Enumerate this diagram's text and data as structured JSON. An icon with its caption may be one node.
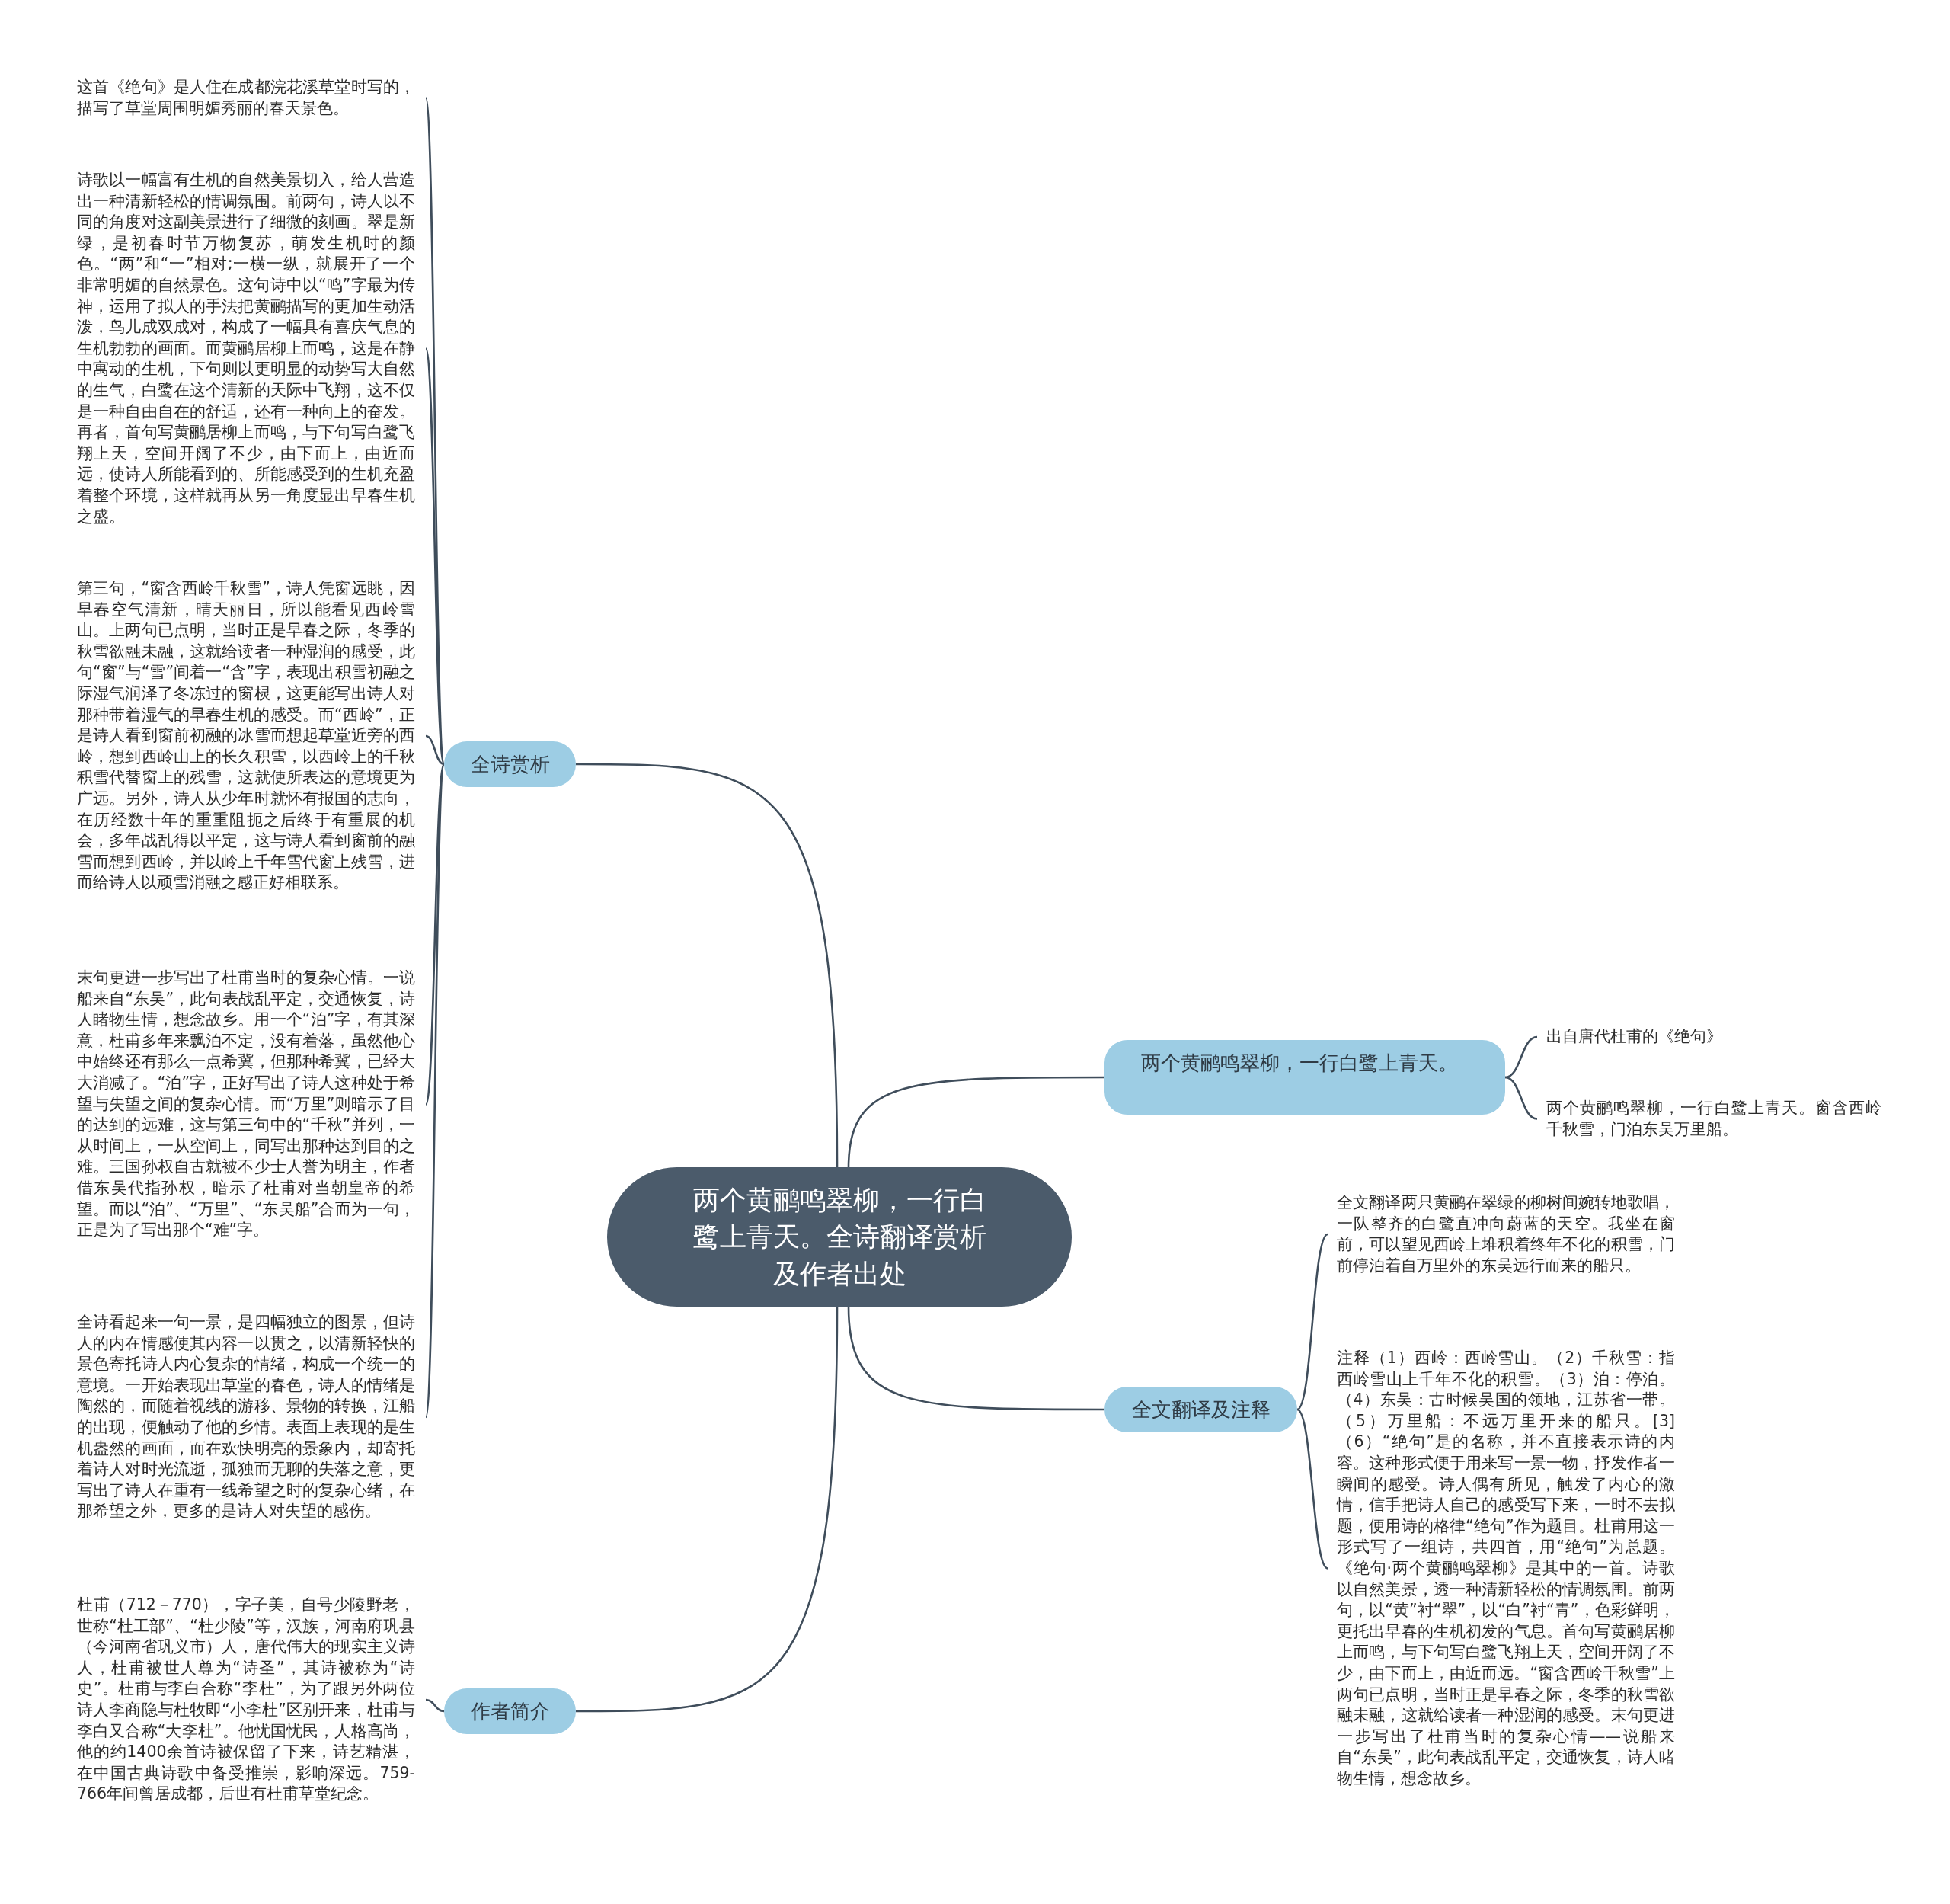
{
  "diagram": {
    "nodes": [
      {
        "text": [
          "两个黄鹂鸣翠柳，一行白鹭上青天。全诗翻译赏析及作者出处"
        ]
      },
      {
        "text": [
          "全诗赏析"
        ]
      },
      {
        "text": [
          "这首《绝句》是人住在成都浣花溪草堂时写的，描写了草堂周围明媚秀丽的春天景色。"
        ]
      },
      {
        "text": [
          "诗歌以一幅富有生机的自然美景切入，给人营造出一种清新轻松的情调氛围。前两句，诗人以不同的角度对这副美景进行了细微的刻画。翠是新绿，是初春时节万物复苏，萌发生机时的颜色。“两”和“一”相对;一横一纵，就展开了一个非常明媚的自然景色。这句诗中以“鸣”字最为传神，运用了拟人的手法把黄鹂描写的更加生动活泼，鸟儿成双成对，构成了一幅具有喜庆气息的生机勃勃的画面。而黄鹂居柳上而鸣，这是在静中寓动的生机，下句则以更明显的动势写大自然的生气，白鹭在这个清新的天际中飞翔，这不仅是一种自由自在的舒适，还有一种向上的奋发。再者，首句写黄鹂居柳上而鸣，与下句写白鹭飞翔上天，空间开阔了不少，由下而上，由近而远，使诗人所能看到的、所能感受到的生机充盈着整个环境，这样就再从另一角度显出早春生机之盛。"
        ]
      },
      {
        "text": [
          "第三句，“窗含西岭千秋雪”，诗人凭窗远眺，因早春空气清新，晴天丽日，所以能看见西岭雪山。上两句已点明，当时正是早春之际，冬季的秋雪欲融未融，这就给读者一种湿润的感受，此句“窗”与“雪”间着一“含”字，表现出积雪初融之际湿气润泽了冬冻过的窗棂，这更能写出诗人对那种带着湿气的早春生机的感受。而“西岭”，正是诗人看到窗前初融的冰雪而想起草堂近旁的西岭，想到西岭山上的长久积雪，以西岭上的千秋积雪代替窗上的残雪，这就使所表达的意境更为广远。另外，诗人从少年时就怀有报国的志向，在历经数十年的重重阻扼之后终于有重展的机会，多年战乱得以平定，这与诗人看到窗前的融雪而想到西岭，并以岭上千年雪代窗上残雪，进而给诗人以顽雪消融之感正好相联系。"
        ]
      },
      {
        "text": [
          "末句更进一步写出了杜甫当时的复杂心情。一说船来自“东吴”，此句表战乱平定，交通恢复，诗人睹物生情，想念故乡。用一个“泊”字，有其深意，杜甫多年来飘泊不定，没有着落，虽然他心中始终还有那么一点希冀，但那种希冀，已经大大消减了。“泊”字，正好写出了诗人这种处于希望与失望之间的复杂心情。而“万里”则暗示了目的达到的远难，这与第三句中的“千秋”并列，一从时间上，一从空间上，同写出那种达到目的之难。三国孙权自古就被不少士人誉为明主，作者借东吴代指孙权，暗示了杜甫对当朝皇帝的希望。而以“泊”、“万里”、“东吴船”合而为一句，正是为了写出那个“难”字。"
        ]
      },
      {
        "text": [
          "全诗看起来一句一景，是四幅独立的图景，但诗人的内在情感使其内容一以贯之，以清新轻快的景色寄托诗人内心复杂的情绪，构成一个统一的意境。一开始表现出草堂的春色，诗人的情绪是陶然的，而随着视线的游移、景物的转换，江船的出现，便触动了他的乡情。表面上表现的是生机盎然的画面，而在欢快明亮的景象内，却寄托着诗人对时光流逝，孤独而无聊的失落之意，更写出了诗人在重有一线希望之时的复杂心绪，在那希望之外，更多的是诗人对失望的感伤。"
        ]
      },
      {
        "text": [
          "作者简介"
        ]
      },
      {
        "text": [
          "杜甫（712－770），字子美，自号少陵野老，世称“杜工部”、“杜少陵”等，汉族，河南府巩县（今河南省巩义市）人，唐代伟大的现实主义诗人，杜甫被世人尊为“诗圣”，其诗被称为“诗史”。杜甫与李白合称“李杜”，为了跟另外两位诗人李商隐与杜牧即“小李杜”区别开来，杜甫与李白又合称“大李杜”。他忧国忧民，人格高尚，他的约1400余首诗被保留了下来，诗艺精湛，在中国古典诗歌中备受推崇，影响深远。759-766年间曾居成都，后世有杜甫草堂纪念。"
        ]
      },
      {
        "text": [
          "两个黄鹂鸣翠柳，一行白鹭上青天。"
        ]
      },
      {
        "text": [
          "出自唐代杜甫的《绝句》"
        ]
      },
      {
        "text": [
          "两个黄鹂鸣翠柳，一行白鹭上青天。窗含西岭千秋雪，门泊东吴万里船。"
        ]
      },
      {
        "text": [
          "全文翻译及注释"
        ]
      },
      {
        "text": [
          "全文翻译两只黄鹂在翠绿的柳树间婉转地歌唱，一队整齐的白鹭直冲向蔚蓝的天空。我坐在窗前，可以望见西岭上堆积着终年不化的积雪，门前停泊着自万里外的东吴远行而来的船只。"
        ]
      },
      {
        "text": [
          "注释（1）西岭：西岭雪山。（2）千秋雪：指西岭雪山上千年不化的积雪。（3）泊：停泊。（4）东吴：古时候吴国的领地，江苏省一带。（5）万里船：不远万里开来的船只。[3]（6）“绝句”是的名称，并不直接表示诗的内容。这种形式便于用来写一景一物，抒发作者一瞬间的感受。诗人偶有所见，触发了内心的激情，信手把诗人自己的感受写下来，一时不去拟题，便用诗的格律“绝句”作为题目。杜甫用这一形式写了一组诗，共四首，用“绝句”为总题。《绝句·两个黄鹂鸣翠柳》是其中的一首。诗歌以自然美景，透一种清新轻松的情调氛围。前两句，以“黄”衬“翠”，以“白”衬“青”，色彩鲜明，更托出早春的生机初发的气息。首句写黄鹂居柳上而鸣，与下句写白鹭飞翔上天，空间开阔了不少，由下而上，由近而远。“窗含西岭千秋雪”上两句已点明，当时正是早春之际，冬季的秋雪欲融未融，这就给读者一种湿润的感受。末句更进一步写出了杜甫当时的复杂心情——说船来自“东吴”，此句表战乱平定，交通恢复，诗人睹物生情，想念故乡。"
        ]
      }
    ],
    "edges": [
      {
        "from": 0,
        "to": 1,
        "arrow": "none"
      },
      {
        "from": 0,
        "to": 7,
        "arrow": "none"
      },
      {
        "from": 0,
        "to": 9,
        "arrow": "none"
      },
      {
        "from": 0,
        "to": 12,
        "arrow": "none"
      },
      {
        "from": 1,
        "to": 2,
        "arrow": "none"
      },
      {
        "from": 1,
        "to": 3,
        "arrow": "none"
      },
      {
        "from": 1,
        "to": 4,
        "arrow": "none"
      },
      {
        "from": 1,
        "to": 5,
        "arrow": "none"
      },
      {
        "from": 1,
        "to": 6,
        "arrow": "none"
      },
      {
        "from": 7,
        "to": 8,
        "arrow": "none"
      },
      {
        "from": 9,
        "to": 10,
        "arrow": "none"
      },
      {
        "from": 9,
        "to": 11,
        "arrow": "none"
      },
      {
        "from": 12,
        "to": 13,
        "arrow": "none"
      },
      {
        "from": 12,
        "to": 14,
        "arrow": "none"
      }
    ]
  }
}
